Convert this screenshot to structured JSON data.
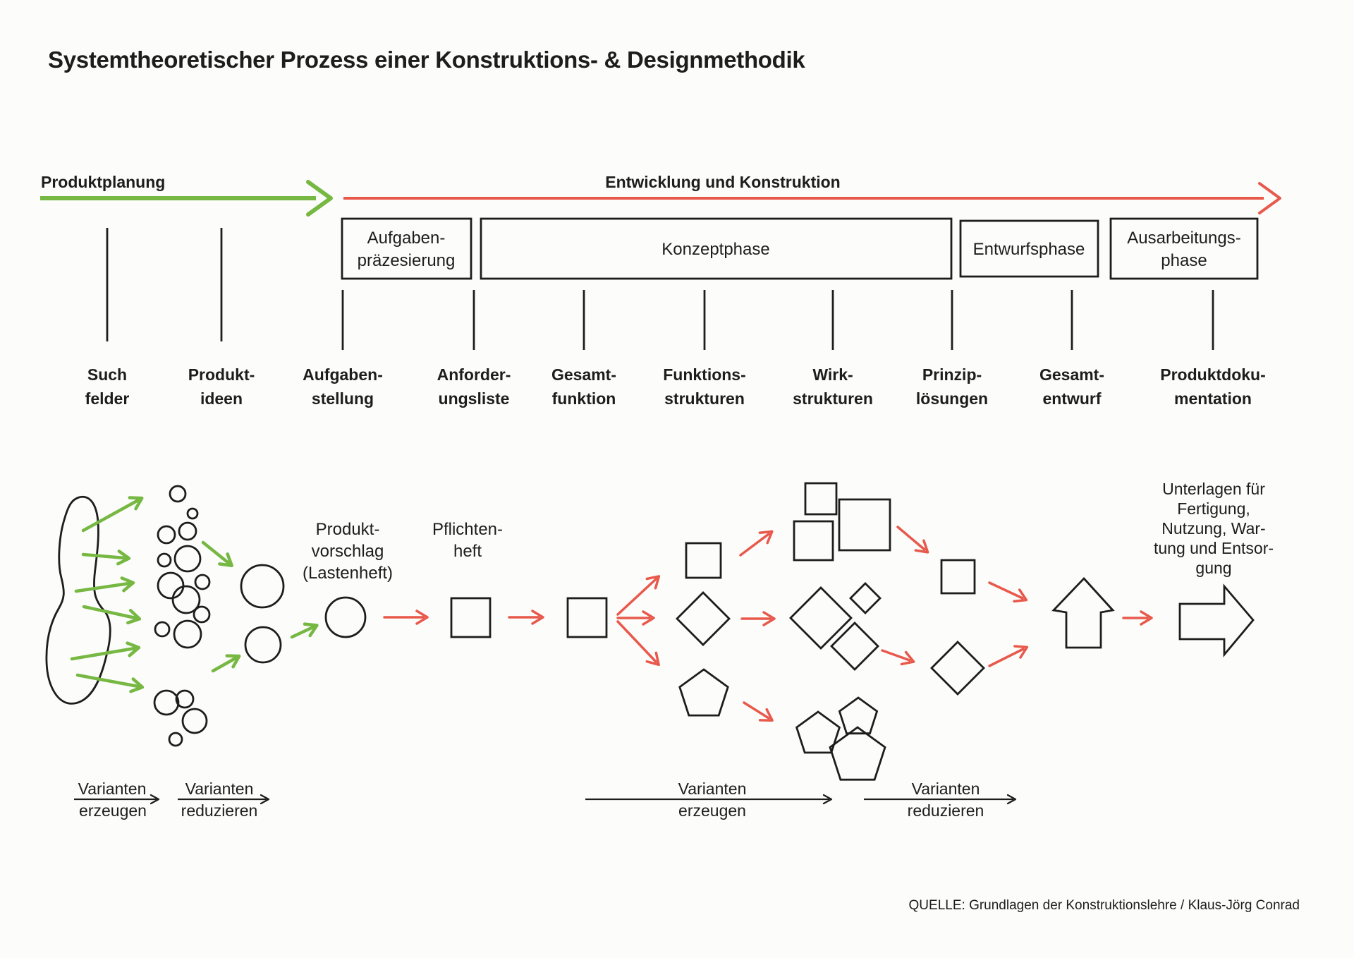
{
  "title": "Systemtheoretischer Prozess einer Konstruktions- & Designmethodik",
  "colors": {
    "ink": "#1d1d1b",
    "green": "#76b842",
    "red": "#e8594c",
    "bg": "#fcfcfb"
  },
  "timeline": {
    "left_label": "Produktplanung",
    "right_label": "Entwicklung und Konstruktion",
    "boxes": [
      {
        "line1": "Aufgaben-",
        "line2": "präzesierung"
      },
      {
        "line1": "Konzeptphase",
        "line2": ""
      },
      {
        "line1": "Entwurfsphase",
        "line2": ""
      },
      {
        "line1": "Ausarbeitungs-",
        "line2": "phase"
      }
    ]
  },
  "milestones": [
    {
      "line1": "Such",
      "line2": "felder"
    },
    {
      "line1": "Produkt-",
      "line2": "ideen"
    },
    {
      "line1": "Aufgaben-",
      "line2": "stellung"
    },
    {
      "line1": "Anforder-",
      "line2": "ungsliste"
    },
    {
      "line1": "Gesamt-",
      "line2": "funktion"
    },
    {
      "line1": "Funktions-",
      "line2": "strukturen"
    },
    {
      "line1": "Wirk-",
      "line2": "strukturen"
    },
    {
      "line1": "Prinzip-",
      "line2": "lösungen"
    },
    {
      "line1": "Gesamt-",
      "line2": "entwurf"
    },
    {
      "line1": "Produktdoku-",
      "line2": "mentation"
    }
  ],
  "flow": {
    "lastenheft": {
      "line1": "Produkt-",
      "line2": "vorschlag",
      "line3": "(Lastenheft)"
    },
    "pflichtenheft": {
      "line1": "Pflichten-",
      "line2": "heft"
    },
    "unterlagen": {
      "line1": "Unterlagen für",
      "line2": "Fertigung,",
      "line3": "Nutzung, War-",
      "line4": "tung und Entsor-",
      "line5": "gung"
    }
  },
  "variants": {
    "erzeugen": {
      "top": "Varianten",
      "bottom": "erzeugen"
    },
    "reduzieren": {
      "top": "Varianten",
      "bottom": "reduzieren"
    }
  },
  "source": "QUELLE: Grundlagen der Konstruktionslehre / Klaus-Jörg Conrad"
}
